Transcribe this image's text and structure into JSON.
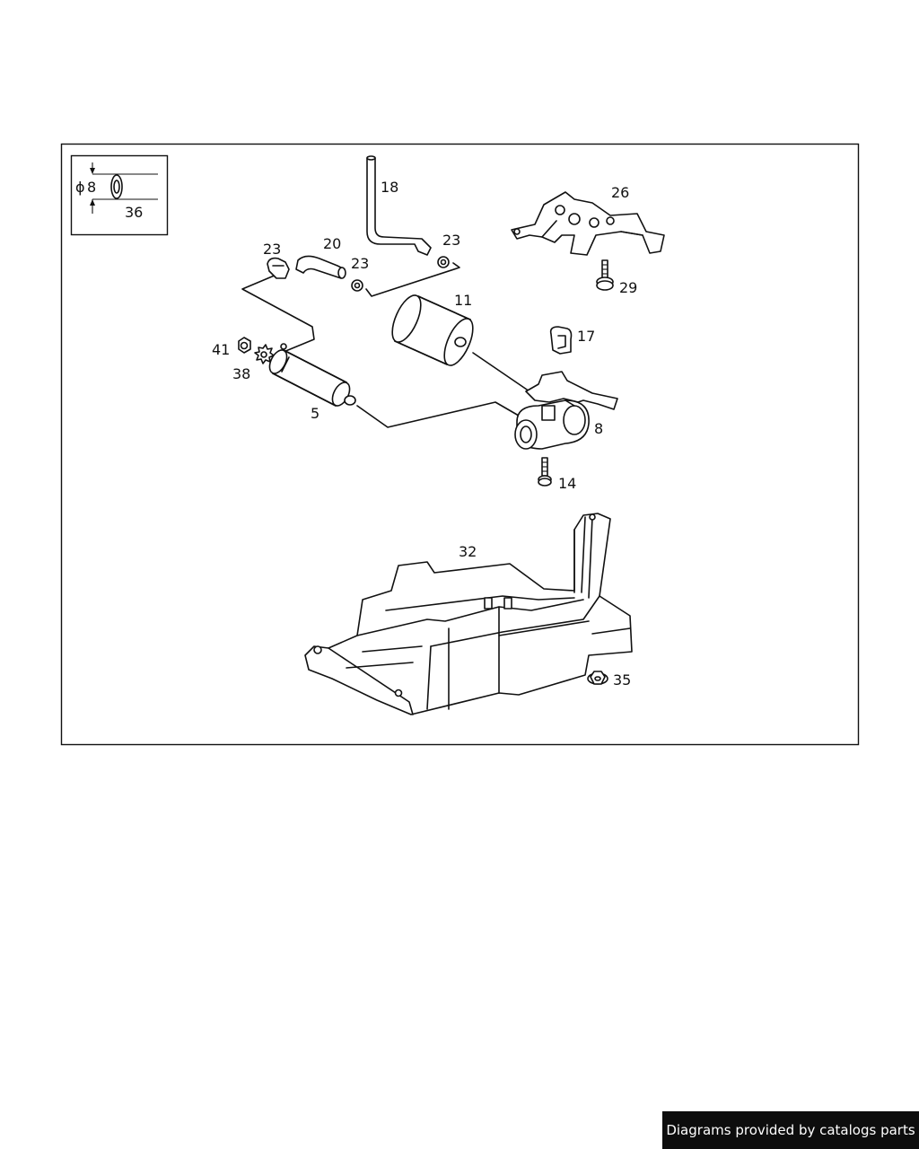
{
  "diagram": {
    "inset": {
      "diameter_symbol": "ϕ",
      "diameter_value": "8",
      "part_number": "36"
    },
    "callouts": [
      {
        "id": "18",
        "text": "18"
      },
      {
        "id": "26",
        "text": "26"
      },
      {
        "id": "23a",
        "text": "23"
      },
      {
        "id": "20",
        "text": "20"
      },
      {
        "id": "23b",
        "text": "23"
      },
      {
        "id": "23c",
        "text": "23"
      },
      {
        "id": "29",
        "text": "29"
      },
      {
        "id": "11",
        "text": "11"
      },
      {
        "id": "41",
        "text": "41"
      },
      {
        "id": "38",
        "text": "38"
      },
      {
        "id": "17",
        "text": "17"
      },
      {
        "id": "5",
        "text": "5"
      },
      {
        "id": "8",
        "text": "8"
      },
      {
        "id": "14",
        "text": "14"
      },
      {
        "id": "32",
        "text": "32"
      },
      {
        "id": "35",
        "text": "35"
      }
    ]
  },
  "footer": {
    "text": "Diagrams provided by catalogs parts"
  }
}
